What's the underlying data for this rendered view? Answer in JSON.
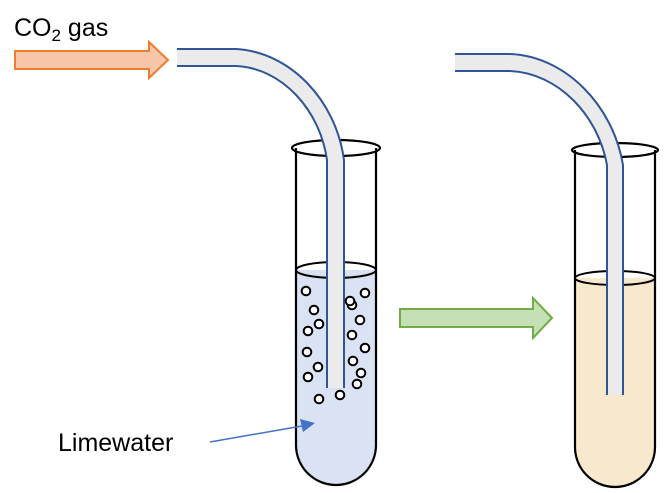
{
  "title_label": {
    "prefix": "CO",
    "subscript": "2",
    "suffix": " gas"
  },
  "limewater_label": "Limewater",
  "colors": {
    "co2_arrow_fill": "#f7c6a8",
    "co2_arrow_stroke": "#ed7d31",
    "process_arrow_fill": "#c5e0b4",
    "process_arrow_stroke": "#70ad47",
    "delivery_tube_fill": "#ebebeb",
    "delivery_tube_stroke": "#2f5597",
    "limewater_clear": "#dae3f3",
    "limewater_milky": "#f8e8ce",
    "pointer_arrow": "#4472c4",
    "glass_stroke": "#000000"
  },
  "bubbles_count": 18
}
